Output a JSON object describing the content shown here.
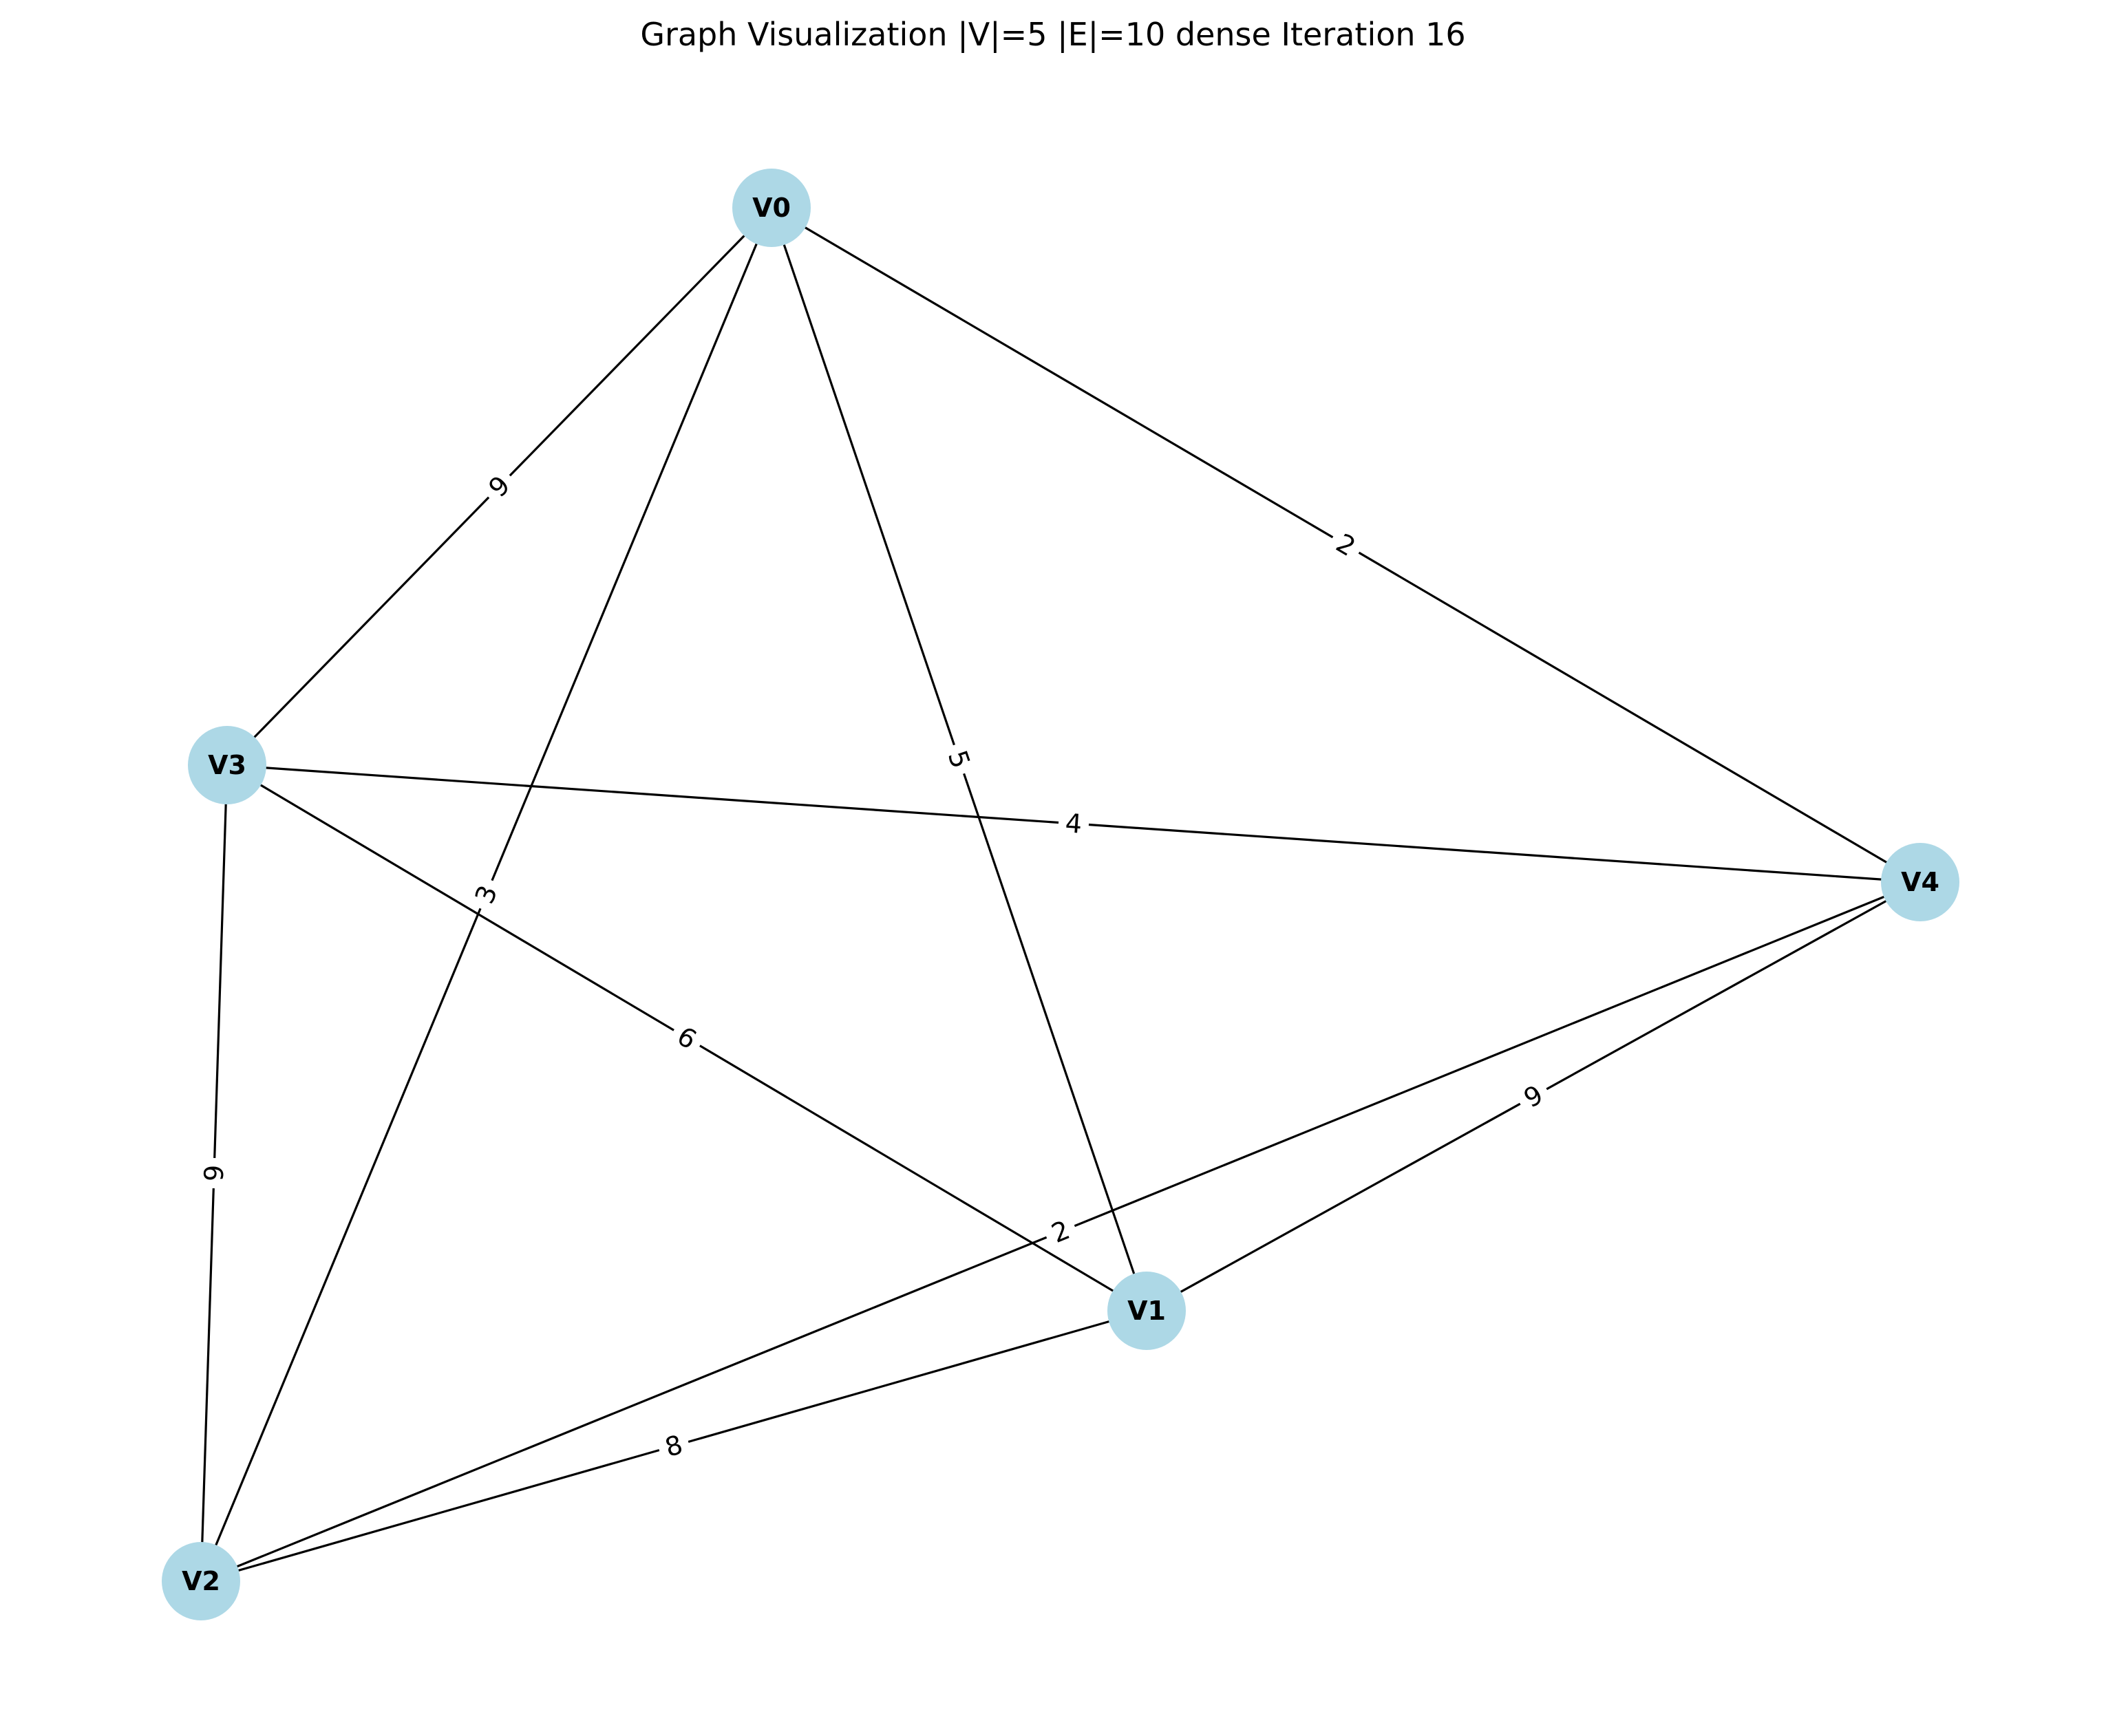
{
  "title": "Graph Visualization |V|=5 |E|=10 dense Iteration 16",
  "colors": {
    "node_fill": "#add8e6",
    "edge": "#000000",
    "label_bg": "#ffffff",
    "text": "#000000"
  },
  "nodes": [
    {
      "id": "V0",
      "label": "V0"
    },
    {
      "id": "V1",
      "label": "V1"
    },
    {
      "id": "V2",
      "label": "V2"
    },
    {
      "id": "V3",
      "label": "V3"
    },
    {
      "id": "V4",
      "label": "V4"
    }
  ],
  "edges": [
    {
      "source": "V0",
      "target": "V3",
      "weight": "9"
    },
    {
      "source": "V0",
      "target": "V2",
      "weight": "3"
    },
    {
      "source": "V0",
      "target": "V1",
      "weight": "5"
    },
    {
      "source": "V0",
      "target": "V4",
      "weight": "2"
    },
    {
      "source": "V3",
      "target": "V4",
      "weight": "4"
    },
    {
      "source": "V3",
      "target": "V1",
      "weight": "6"
    },
    {
      "source": "V3",
      "target": "V2",
      "weight": "9"
    },
    {
      "source": "V4",
      "target": "V1",
      "weight": "9"
    },
    {
      "source": "V4",
      "target": "V2",
      "weight": "2"
    },
    {
      "source": "V1",
      "target": "V2",
      "weight": "8"
    }
  ]
}
